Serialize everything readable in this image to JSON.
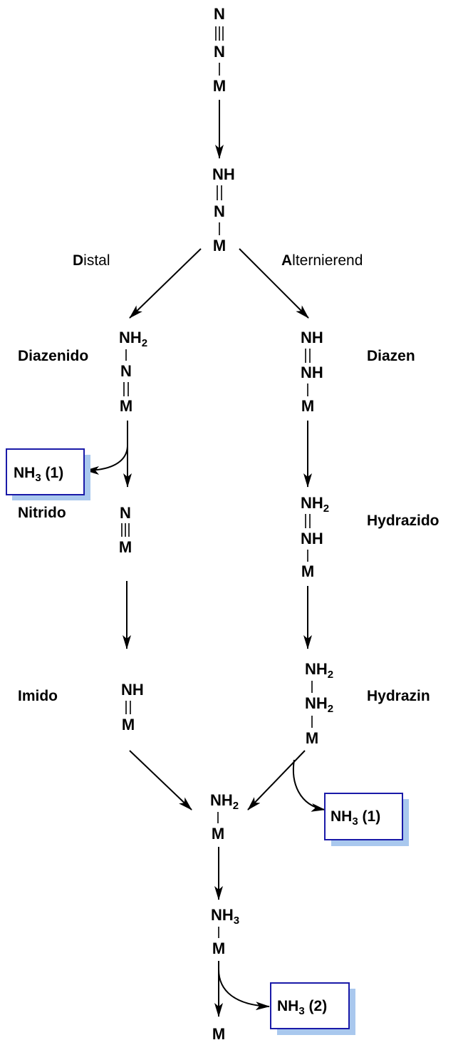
{
  "pathways": {
    "distal": {
      "initial": "D",
      "rest": "istal"
    },
    "alternating": {
      "initial": "A",
      "rest": "lternierend"
    }
  },
  "species": {
    "dinitrogen": {
      "top": "N",
      "mid": "N",
      "metal": "M"
    },
    "nnh": {
      "top_n": "NH",
      "mid": "N",
      "metal": "M"
    },
    "diazenido": {
      "label": "Diazenido",
      "top_n": "NH",
      "top_sub": "2",
      "mid": "N",
      "metal": "M"
    },
    "nitrido": {
      "label": "Nitrido",
      "top": "N",
      "metal": "M"
    },
    "imido": {
      "label": "Imido",
      "top": "NH",
      "metal": "M"
    },
    "diazen": {
      "label": "Diazen",
      "top": "NH",
      "mid": "NH",
      "metal": "M"
    },
    "hydrazido": {
      "label": "Hydrazido",
      "top_n": "NH",
      "top_sub": "2",
      "mid": "NH",
      "metal": "M"
    },
    "hydrazin": {
      "label": "Hydrazin",
      "top_n": "NH",
      "top_sub": "2",
      "mid_n": "NH",
      "mid_sub": "2",
      "metal": "M"
    },
    "amido": {
      "top_n": "NH",
      "top_sub": "2",
      "metal": "M"
    },
    "ammine": {
      "top_n": "NH",
      "top_sub": "3",
      "metal": "M"
    },
    "bare_metal": {
      "metal": "M"
    }
  },
  "products": [
    {
      "pre": "NH",
      "sub": "3",
      "post": " (1)"
    },
    {
      "pre": "NH",
      "sub": "3",
      "post": " (1)"
    },
    {
      "pre": "NH",
      "sub": "3",
      "post": " (2)"
    }
  ],
  "colors": {
    "box_border": "#1a1aa8",
    "box_shadow": "#a9c8ee"
  }
}
